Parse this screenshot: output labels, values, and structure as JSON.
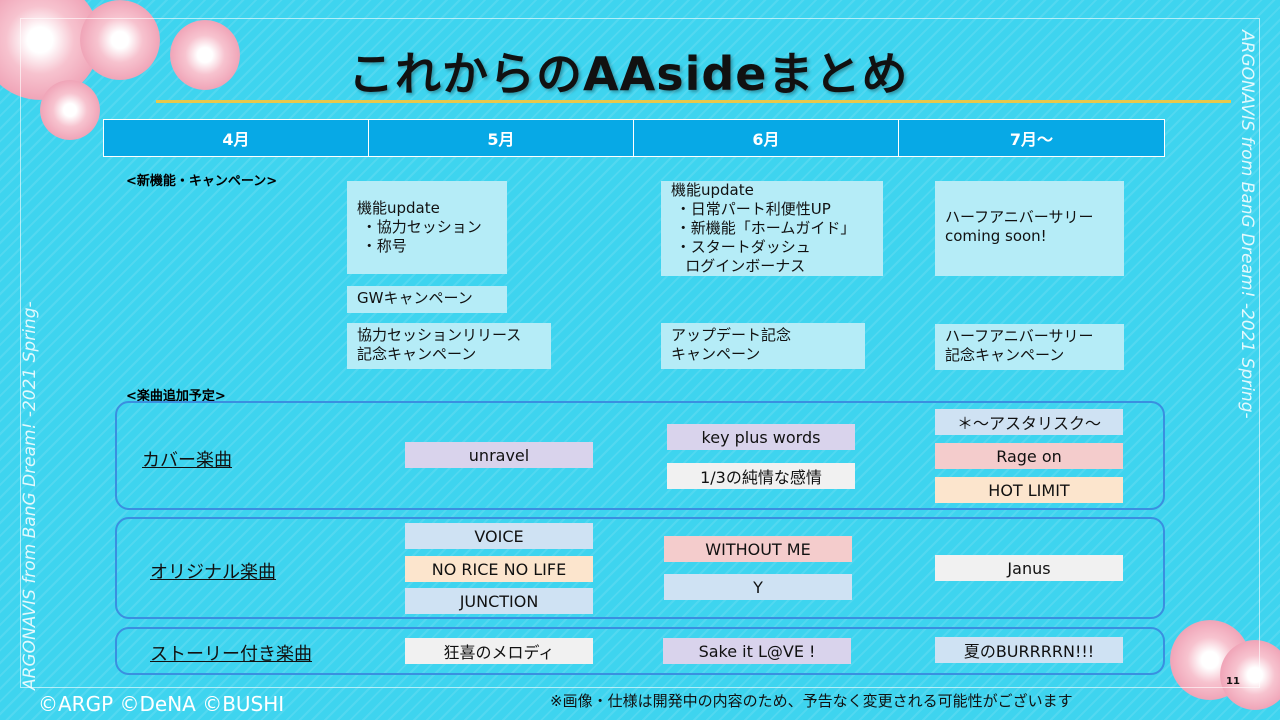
{
  "title": "これからのAAsideまとめ",
  "side_text": "ARGONAVIS from BanG Dream! -2021 Spring-",
  "months": [
    "4月",
    "5月",
    "6月",
    "7月～"
  ],
  "sections": {
    "features": "<新機能・キャンペーン>",
    "songs": "<楽曲追加予定>"
  },
  "features": {
    "may_update": "機能update\n ・協力セッション\n ・称号",
    "may_gw": "GWキャンペーン",
    "may_campaign": "協力セッションリリース\n記念キャンペーン",
    "june_update": "機能update\n ・日常パート利便性UP\n ・新機能「ホームガイド」\n ・スタートダッシュ\n   ログインボーナス",
    "june_campaign": "アップデート記念\nキャンペーン",
    "july_update": "ハーフアニバーサリー\ncoming soon!",
    "july_campaign": "ハーフアニバーサリー\n記念キャンペーン"
  },
  "groups": [
    {
      "label": "カバー楽曲",
      "may": [
        "unravel"
      ],
      "june": [
        "key plus words",
        "1/3の純情な感情"
      ],
      "july": [
        "＊～アスタリスク～",
        "Rage on",
        "HOT LIMIT"
      ]
    },
    {
      "label": "オリジナル楽曲",
      "may": [
        "VOICE",
        "NO RICE NO LIFE",
        "JUNCTION"
      ],
      "june": [
        "WITHOUT ME",
        "Y"
      ],
      "july": [
        "Janus"
      ]
    },
    {
      "label": "ストーリー付き楽曲",
      "may": [
        "狂喜のメロディ"
      ],
      "june": [
        "Sake it L@VE !"
      ],
      "july": [
        "夏のBURRRRN!!!"
      ]
    }
  ],
  "footer": {
    "copyright": "©ARGP ©DeNA ©BUSHI",
    "note": "※画像・仕様は開発中の内容のため、予告なく変更される可能性がございます",
    "page": "11"
  }
}
